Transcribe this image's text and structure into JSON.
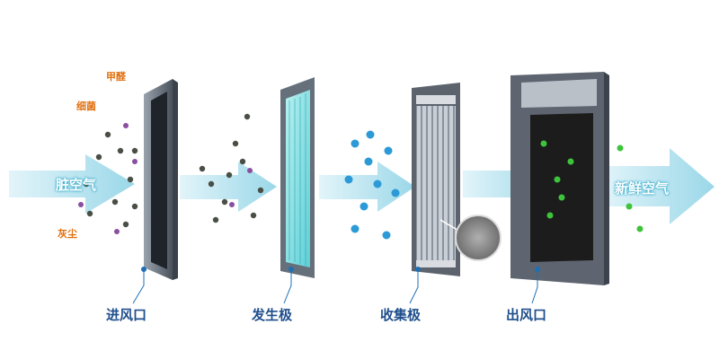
{
  "pollutants": {
    "formaldehyde": "甲醛",
    "bacteria": "细菌",
    "dust": "灰尘"
  },
  "air": {
    "dirty": "脏空气",
    "fresh": "新鲜空气"
  },
  "stages": [
    {
      "label": "进风口"
    },
    {
      "label": "发生极"
    },
    {
      "label": "收集极"
    },
    {
      "label": "出风口"
    }
  ],
  "colors": {
    "arrow": "#8fd3e6",
    "label": "#1f4f8c",
    "pollutant_text": "#e0700f",
    "frame": "#5b6370",
    "generator_panel": "#7fdde0",
    "particle_blue": "#2b9ad6",
    "particle_green": "#3ec43a"
  }
}
